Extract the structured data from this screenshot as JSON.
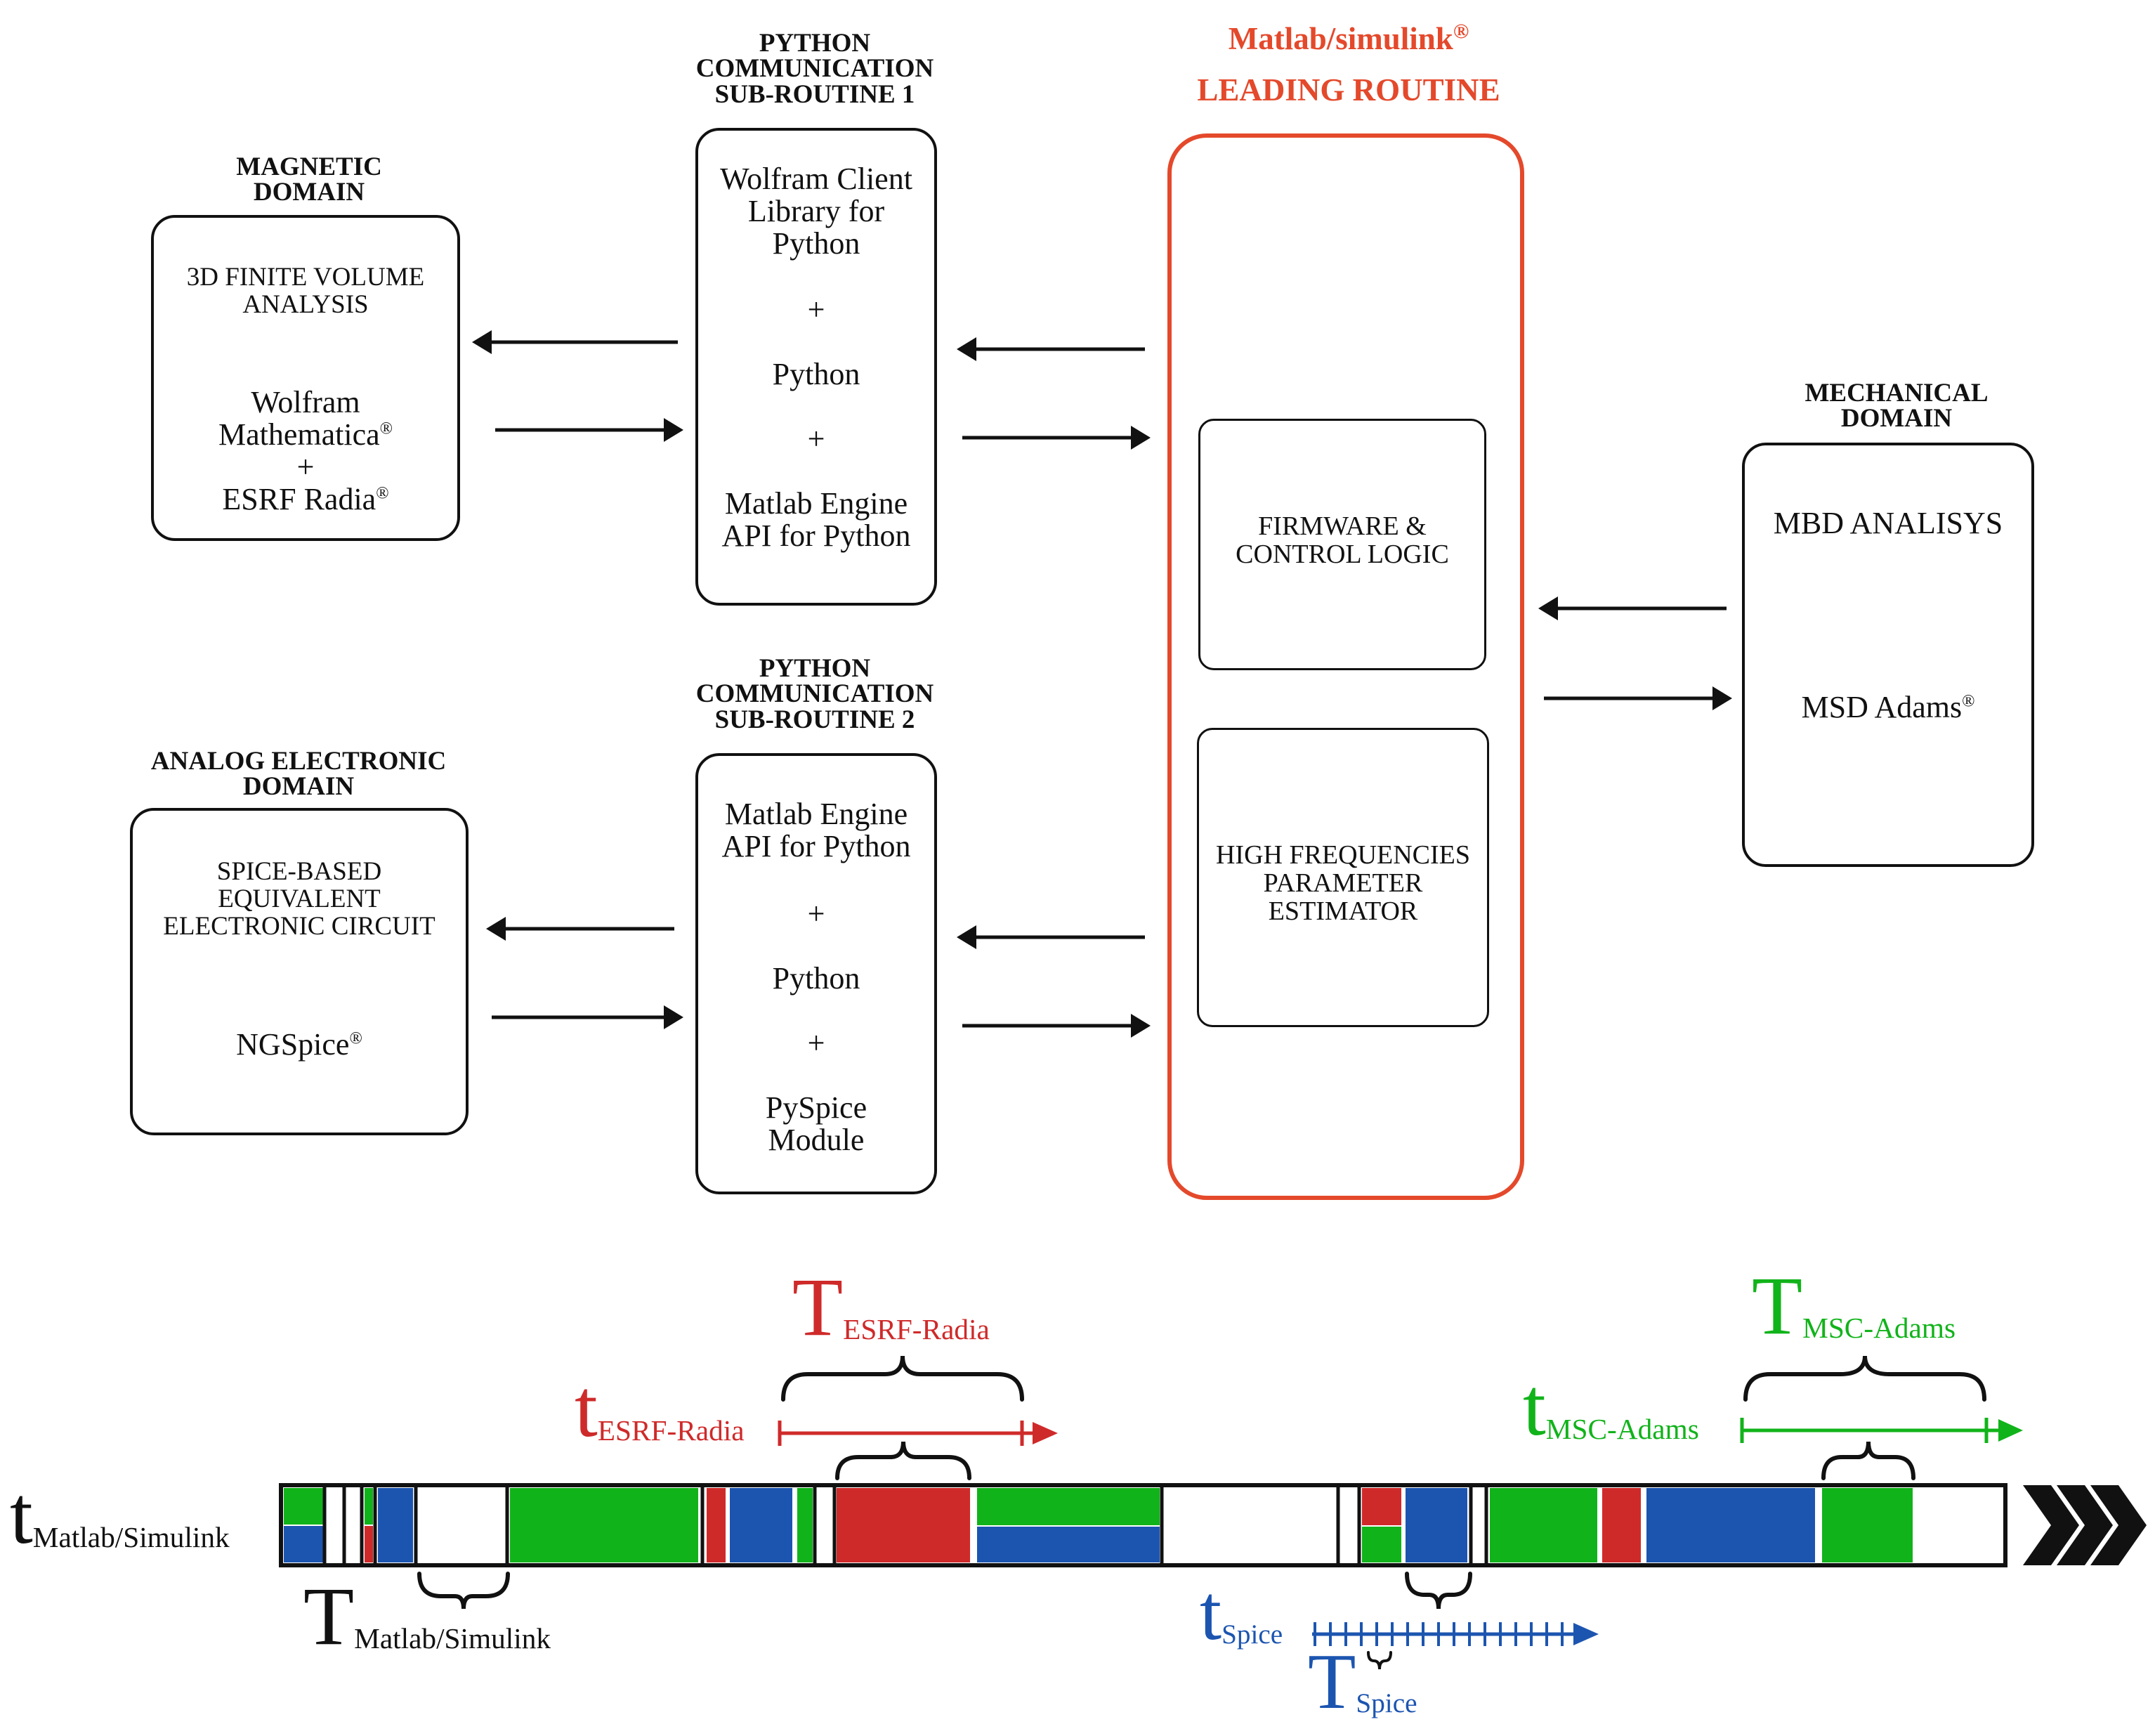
{
  "colors": {
    "black": "#111111",
    "leading": "#e4492b",
    "red": "#cf2a2a",
    "green": "#11b31a",
    "blue": "#1c55b0"
  },
  "leading": {
    "title1": "Matlab/simulink",
    "reg": "®",
    "title2": "LEADING ROUTINE",
    "firmware": "FIRMWARE &\nCONTROL LOGIC",
    "hf": "HIGH FREQUENCIES\nPARAMETER\nESTIMATOR"
  },
  "magnetic": {
    "heading": "MAGNETIC\nDOMAIN",
    "sub": "3D FINITE VOLUME\nANALYSIS",
    "l1": "Wolfram",
    "l2": "Mathematica",
    "l3": "+",
    "l4": "ESRF Radia"
  },
  "sub1": {
    "heading": "PYTHON\nCOMMUNICATION\nSUB-ROUTINE 1",
    "l1": "Wolfram Client\nLibrary for\nPython",
    "p1": "+",
    "l2": "Python",
    "p2": "+",
    "l3": "Matlab Engine\nAPI for Python"
  },
  "sub2": {
    "heading": "PYTHON\nCOMMUNICATION\nSUB-ROUTINE 2",
    "l1": "Matlab Engine\nAPI for Python",
    "p1": "+",
    "l2": "Python",
    "p2": "+",
    "l3": "PySpice\nModule"
  },
  "analog": {
    "heading": "ANALOG ELECTRONIC\nDOMAIN",
    "sub": "SPICE-BASED\nEQUIVALENT\nELECTRONIC CIRCUIT",
    "l1": "NGSpice"
  },
  "mechanical": {
    "heading": "MECHANICAL\nDOMAIN",
    "l1": "MBD ANALISYS",
    "l2": "MSD Adams"
  },
  "timeline": {
    "t_matlab": {
      "main": "t",
      "sub": "Matlab/Simulink"
    },
    "T_matlab": {
      "main": "T",
      "sub": "Matlab/Simulink"
    },
    "T_radia": {
      "main": "T",
      "sub": "ESRF-Radia"
    },
    "t_radia": {
      "main": "t",
      "sub": "ESRF-Radia"
    },
    "T_adams": {
      "main": "T",
      "sub": "MSC-Adams"
    },
    "t_adams": {
      "main": "t",
      "sub": "MSC-Adams"
    },
    "t_spice": {
      "main": "t",
      "sub": "Spice"
    },
    "T_spice": {
      "main": "T",
      "sub": "Spice"
    }
  }
}
